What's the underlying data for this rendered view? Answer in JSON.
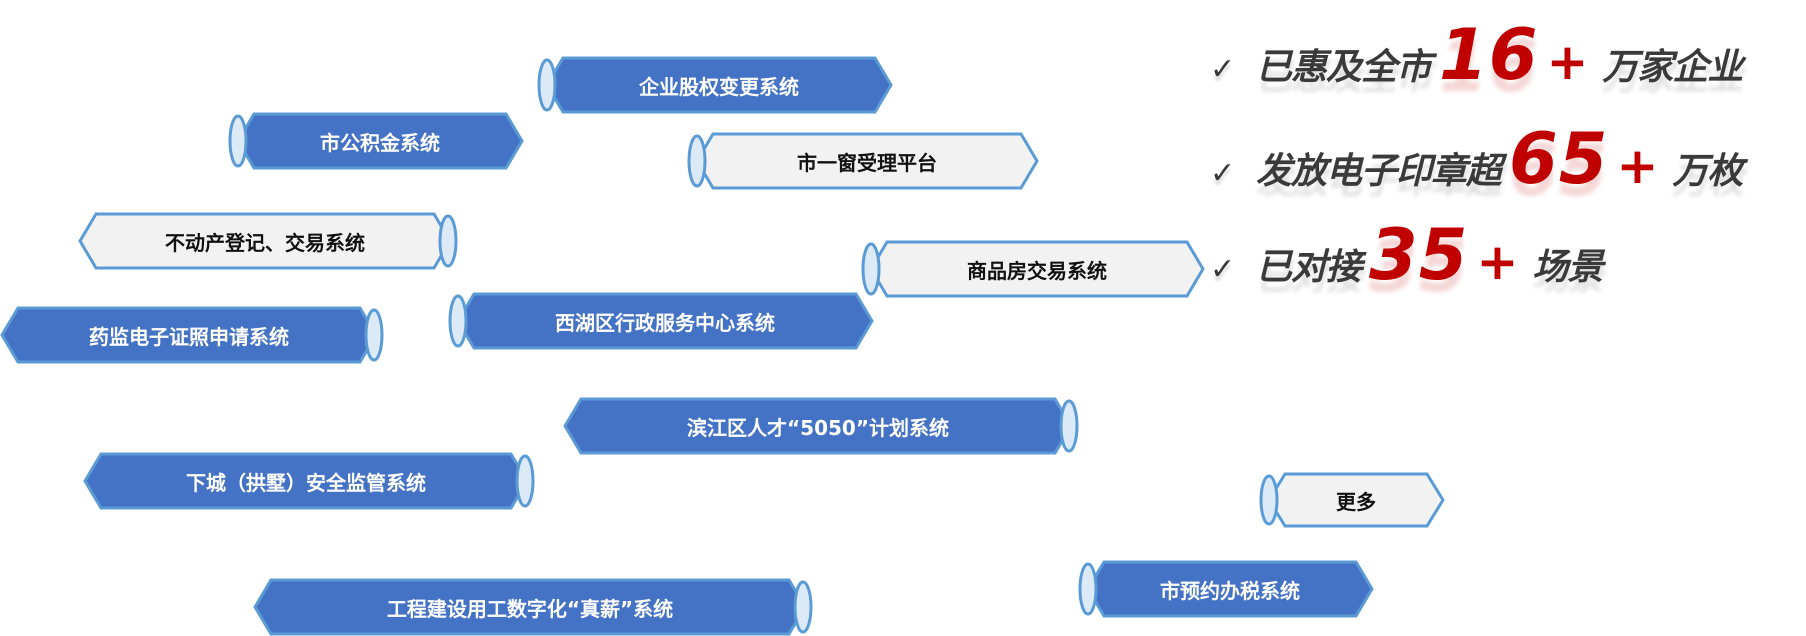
{
  "colors": {
    "blue_fill": "#4472c4",
    "light_fill": "#f2f2f2",
    "outline": "#5b9bd5",
    "cap_fill": "#dce9f7",
    "number_red": "#c00000",
    "text_dark": "#3a3a3a"
  },
  "icons": {
    "check": "checkmark-icon"
  },
  "systems": [
    {
      "name": "企业股权变更系统",
      "style": "blue"
    },
    {
      "name": "市公积金系统",
      "style": "blue"
    },
    {
      "name": "市一窗受理平台",
      "style": "light"
    },
    {
      "name": "不动产登记、交易系统",
      "style": "light"
    },
    {
      "name": "商品房交易系统",
      "style": "light"
    },
    {
      "name": "药监电子证照申请系统",
      "style": "blue"
    },
    {
      "name": "西湖区行政服务中心系统",
      "style": "blue"
    },
    {
      "name": "滨江区人才“5050”计划系统",
      "style": "blue"
    },
    {
      "name": "下城（拱墅）安全监管系统",
      "style": "blue"
    },
    {
      "name": "更多",
      "style": "light"
    },
    {
      "name": "工程建设用工数字化“真薪”系统",
      "style": "blue"
    },
    {
      "name": "市预约办税系统",
      "style": "blue"
    }
  ],
  "stats": [
    {
      "check": "✓",
      "prefix": "已惠及全市",
      "number": "16",
      "plus": "+",
      "suffix": "万家企业"
    },
    {
      "check": "✓",
      "prefix": "发放电子印章超",
      "number": "65",
      "plus": "+",
      "suffix": "万枚"
    },
    {
      "check": "✓",
      "prefix": "已对接",
      "number": "35",
      "plus": "+",
      "suffix": "场景"
    }
  ]
}
